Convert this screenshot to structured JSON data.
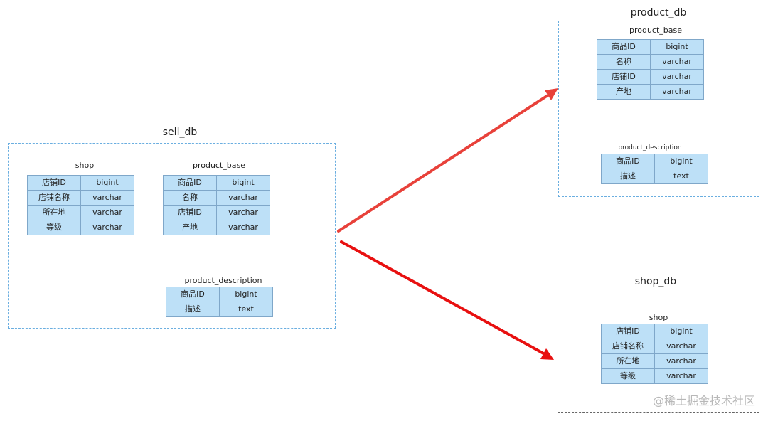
{
  "dbs": {
    "sell_db": {
      "title": "sell_db",
      "shop": {
        "title": "shop",
        "rows": [
          [
            "店铺ID",
            "bigint"
          ],
          [
            "店铺名称",
            "varchar"
          ],
          [
            "所在地",
            "varchar"
          ],
          [
            "等级",
            "varchar"
          ]
        ]
      },
      "product_base": {
        "title": "product_base",
        "rows": [
          [
            "商品ID",
            "bigint"
          ],
          [
            "名称",
            "varchar"
          ],
          [
            "店铺ID",
            "varchar"
          ],
          [
            "产地",
            "varchar"
          ]
        ]
      },
      "product_description": {
        "title": "product_description",
        "rows": [
          [
            "商品ID",
            "bigint"
          ],
          [
            "描述",
            "text"
          ]
        ]
      }
    },
    "product_db": {
      "title": "product_db",
      "product_base": {
        "title": "product_base",
        "rows": [
          [
            "商品ID",
            "bigint"
          ],
          [
            "名称",
            "varchar"
          ],
          [
            "店铺ID",
            "varchar"
          ],
          [
            "产地",
            "varchar"
          ]
        ]
      },
      "product_description": {
        "title": "product_description",
        "rows": [
          [
            "商品ID",
            "bigint"
          ],
          [
            "描述",
            "text"
          ]
        ]
      }
    },
    "shop_db": {
      "title": "shop_db",
      "shop": {
        "title": "shop",
        "rows": [
          [
            "店铺ID",
            "bigint"
          ],
          [
            "店铺名称",
            "varchar"
          ],
          [
            "所在地",
            "varchar"
          ],
          [
            "等级",
            "varchar"
          ]
        ]
      }
    }
  },
  "colors": {
    "arrow_upper": "#e8413a",
    "arrow_lower": "#e81010",
    "cell_bg": "#bde0f7",
    "cell_border": "#7fa7c9"
  },
  "watermark": "@稀土掘金技术社区"
}
